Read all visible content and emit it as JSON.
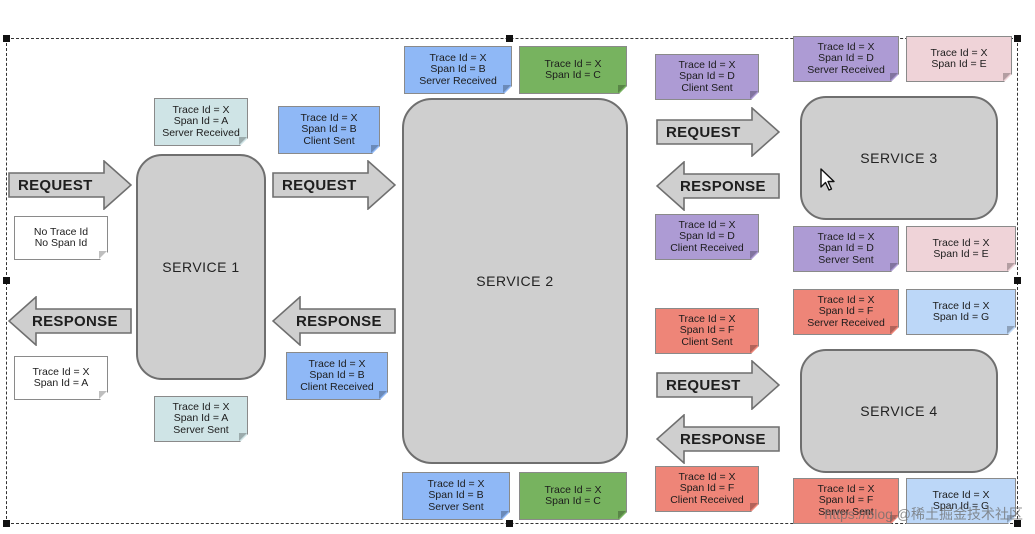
{
  "colors": {
    "gray_box": "#cfcfcf",
    "white_note": "#ffffff",
    "teal_note": "#cfe4e6",
    "blue_note": "#8fb8f6",
    "green_note": "#77b35f",
    "purple_note": "#ad9bd4",
    "pink_note": "#efd3d8",
    "red_note": "#ee8578",
    "lightblue_note": "#bcd7f8",
    "arrow_fill": "#cfcfcf"
  },
  "services": {
    "s1": "SERVICE 1",
    "s2": "SERVICE 2",
    "s3": "SERVICE 3",
    "s4": "SERVICE 4"
  },
  "arrows": {
    "a1": "REQUEST",
    "a2": "RESPONSE",
    "a3": "REQUEST",
    "a4": "RESPONSE",
    "a5": "REQUEST",
    "a6": "RESPONSE",
    "a7": "REQUEST",
    "a8": "RESPONSE"
  },
  "notes": {
    "n1": [
      "No Trace Id",
      "No Span Id"
    ],
    "n2": [
      "Trace Id = X",
      "Span Id = A"
    ],
    "n3": [
      "Trace Id = X",
      "Span Id = A",
      "Server Received"
    ],
    "n4": [
      "Trace Id = X",
      "Span Id = A",
      "Server Sent"
    ],
    "n5": [
      "Trace Id = X",
      "Span Id = B",
      "Client Sent"
    ],
    "n6": [
      "Trace Id = X",
      "Span Id = B",
      "Client Received"
    ],
    "n7": [
      "Trace Id = X",
      "Span Id = B",
      "Server Received"
    ],
    "n8": [
      "Trace Id = X",
      "Span Id = C"
    ],
    "n9": [
      "Trace Id = X",
      "Span Id = B",
      "Server Sent"
    ],
    "n10": [
      "Trace Id = X",
      "Span Id = C"
    ],
    "n11": [
      "Trace Id = X",
      "Span Id = D",
      "Client Sent"
    ],
    "n12": [
      "Trace Id = X",
      "Span Id = D",
      "Client Received"
    ],
    "n13": [
      "Trace Id = X",
      "Span Id = D",
      "Server Received"
    ],
    "n14": [
      "Trace Id = X",
      "Span Id = E"
    ],
    "n15": [
      "Trace Id = X",
      "Span Id = D",
      "Server Sent"
    ],
    "n16": [
      "Trace Id = X",
      "Span Id = E"
    ],
    "n17": [
      "Trace Id = X",
      "Span Id = F",
      "Client Sent"
    ],
    "n18": [
      "Trace Id = X",
      "Span Id = F",
      "Client Received"
    ],
    "n19": [
      "Trace Id = X",
      "Span Id = F",
      "Server Received"
    ],
    "n20": [
      "Trace Id = X",
      "Span Id = G"
    ],
    "n21": [
      "Trace Id = X",
      "Span Id = F",
      "Server Sent"
    ],
    "n22": [
      "Trace Id = X",
      "Span Id = G"
    ]
  },
  "watermark": "https://blog.@稀土掘金技术社区"
}
